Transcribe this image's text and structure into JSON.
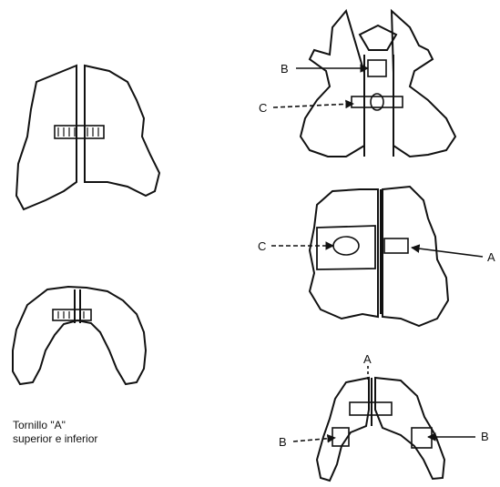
{
  "labels": {
    "b_top": "B",
    "c_top": "C",
    "c_mid": "C",
    "a_mid": "A",
    "a_bottom": "A",
    "b_bottom_left": "B",
    "b_bottom_right": "B"
  },
  "caption": {
    "line1": "Tornillo \"A\"",
    "line2": "superior e inferior"
  }
}
